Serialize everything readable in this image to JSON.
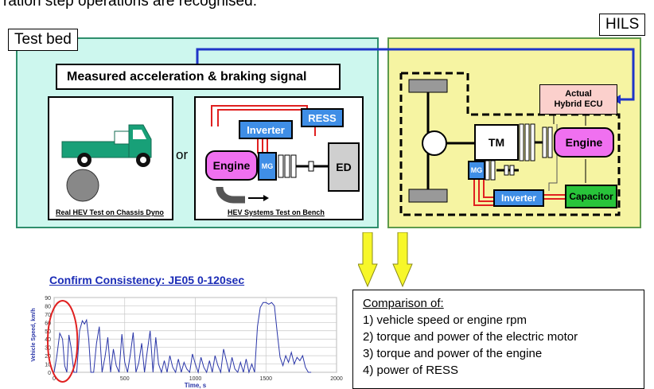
{
  "top_text": "ration step operations are recognised.",
  "test_bed": {
    "label": "Test bed",
    "signal_label": "Measured acceleration & braking signal",
    "or_label": "or",
    "left_caption": "Real HEV Test on Chassis Dyno",
    "right_caption": "HEV Systems Test on Bench",
    "blocks": {
      "ress": "RESS",
      "inverter": "Inverter",
      "engine": "Engine",
      "mg": "MG",
      "ed": "ED"
    }
  },
  "hils": {
    "label": "HILS",
    "blocks": {
      "ecu": "Actual\nHybrid ECU",
      "tm": "TM",
      "engine": "Engine",
      "mg": "MG",
      "inverter": "Inverter",
      "capacitor": "Capacitor"
    }
  },
  "chart_data": {
    "type": "line",
    "title": "Confirm Consistency: JE05 0-120sec",
    "xlabel": "Time, s",
    "ylabel": "Vehicle Speed, km/h",
    "xlim": [
      0,
      2000
    ],
    "ylim": [
      0,
      90
    ],
    "xticks": [
      "0",
      "500",
      "1000",
      "1500",
      "2000"
    ],
    "yticks": [
      "0",
      "10",
      "20",
      "30",
      "40",
      "50",
      "60",
      "70",
      "80",
      "90"
    ],
    "grid": true,
    "highlight": {
      "shape": "ellipse",
      "color": "#e02020",
      "x_range": [
        0,
        120
      ]
    },
    "series": [
      {
        "color": "#2a36a8",
        "x": [
          0,
          20,
          40,
          60,
          75,
          90,
          105,
          120,
          140,
          160,
          180,
          200,
          215,
          230,
          245,
          260,
          280,
          300,
          320,
          340,
          360,
          380,
          400,
          420,
          440,
          460,
          480,
          500,
          520,
          540,
          560,
          580,
          600,
          620,
          640,
          660,
          680,
          700,
          720,
          740,
          760,
          780,
          800,
          820,
          840,
          860,
          880,
          900,
          920,
          940,
          960,
          980,
          1000,
          1020,
          1040,
          1060,
          1080,
          1100,
          1120,
          1140,
          1160,
          1180,
          1200,
          1220,
          1240,
          1260,
          1280,
          1300,
          1320,
          1340,
          1360,
          1380,
          1400,
          1420,
          1440,
          1460,
          1480,
          1500,
          1520,
          1540,
          1560,
          1580,
          1600,
          1620,
          1640,
          1660,
          1680,
          1700,
          1720,
          1740,
          1760,
          1780,
          1800,
          1820
        ],
        "y": [
          0,
          20,
          47,
          40,
          8,
          0,
          45,
          30,
          0,
          0,
          50,
          62,
          58,
          63,
          40,
          0,
          0,
          35,
          55,
          0,
          18,
          42,
          0,
          28,
          8,
          0,
          46,
          12,
          0,
          22,
          48,
          0,
          12,
          35,
          0,
          26,
          50,
          0,
          42,
          10,
          0,
          14,
          0,
          20,
          6,
          0,
          16,
          0,
          12,
          4,
          0,
          22,
          10,
          0,
          18,
          6,
          0,
          14,
          0,
          20,
          8,
          0,
          28,
          14,
          0,
          18,
          4,
          0,
          12,
          0,
          16,
          0,
          10,
          0,
          55,
          78,
          84,
          84,
          82,
          84,
          80,
          48,
          18,
          8,
          20,
          12,
          24,
          10,
          18,
          14,
          20,
          6,
          0,
          0
        ]
      }
    ]
  },
  "comparison": {
    "title": "Comparison of:",
    "items": [
      "1) vehicle speed or engine rpm",
      "2) torque and power of the electric motor",
      "3) torque and power of the engine",
      "4) power of RESS"
    ]
  }
}
